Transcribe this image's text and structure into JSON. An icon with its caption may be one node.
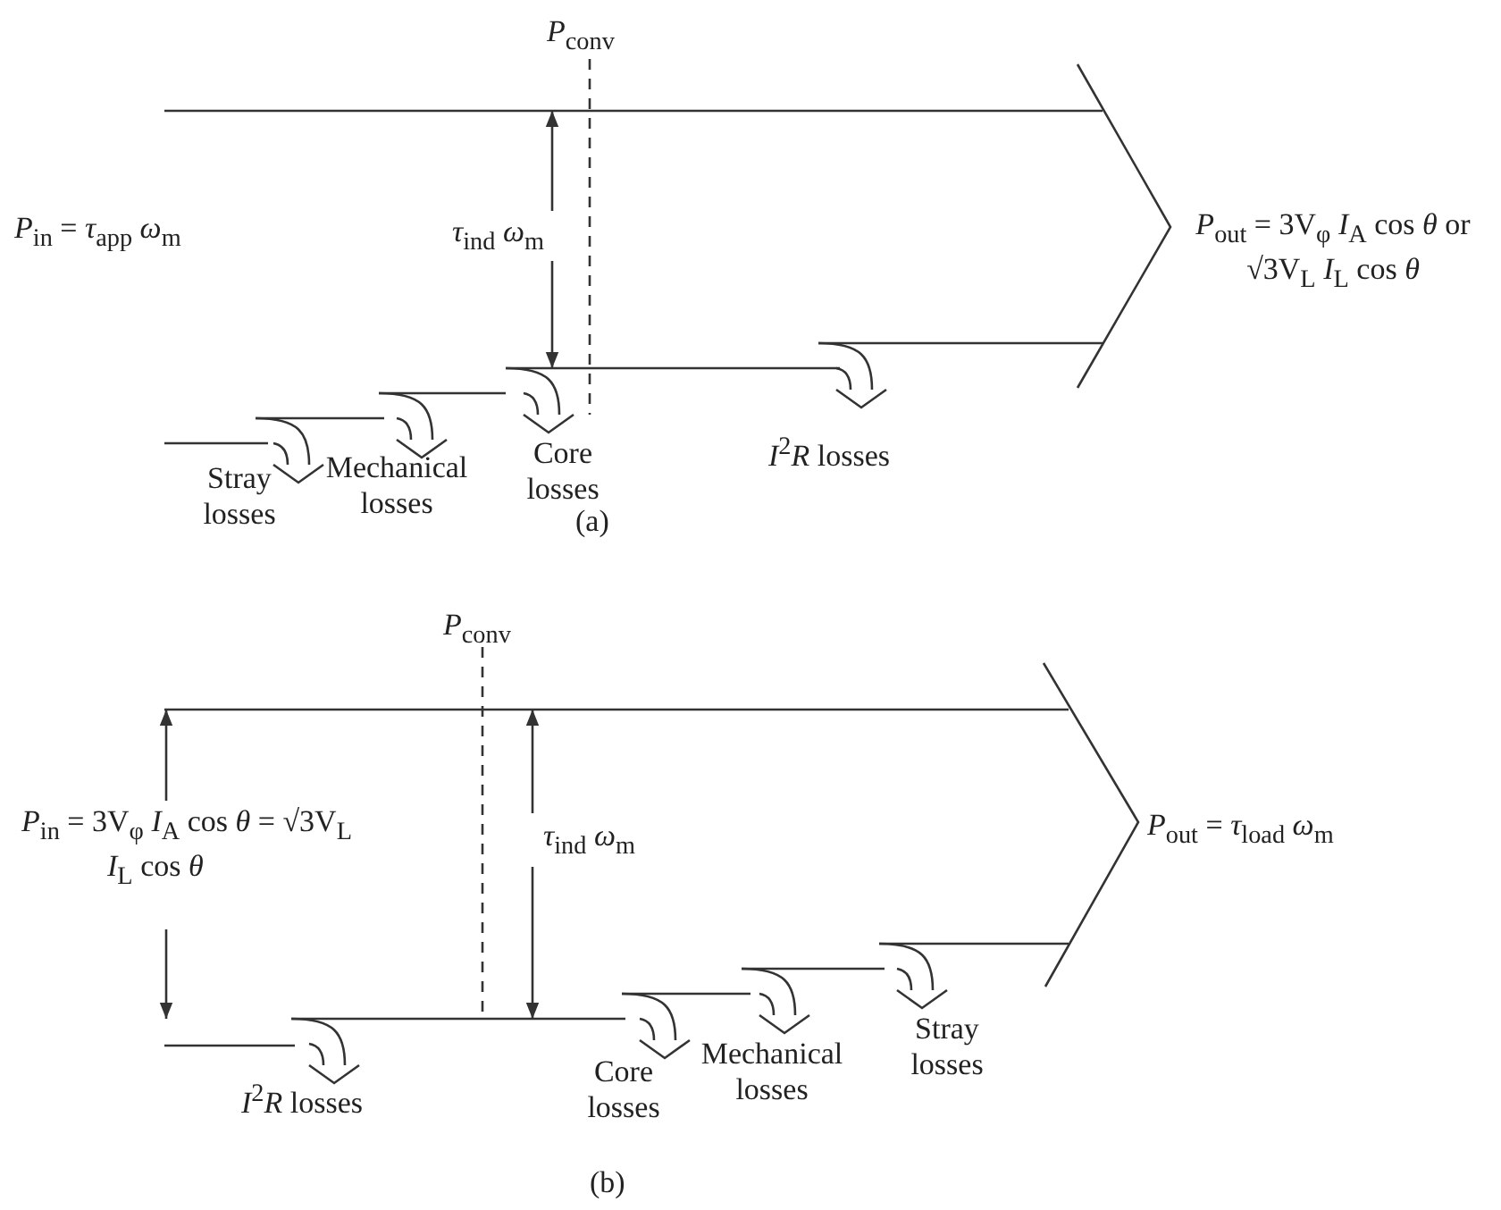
{
  "diagram": {
    "labels": [
      "*P*$_{conv}$",
      "*P*$_{in}$ = *τ*$_{app}$ *ω*$_{m}$",
      "*τ*$_{ind}$ *ω*$_{m}$",
      "*P*$_{out}$ = 3V$_{φ}$ *I*$_{A}$ cos *θ* or √3V$_{L}$ *I*$_{L}$ cos *θ*",
      "*I*$^{2}$*R* losses",
      "Stray losses",
      "Mechanical losses",
      "Core losses",
      "(a)",
      "*P*$_{conv}$",
      "*P*$_{in}$ = 3V$_{φ}$ *I*$_{A}$ cos *θ* = √3V$_{L}$ *I*$_{L}$ cos *θ*",
      "*τ*$_{ind}$ *ω*$_{m}$",
      "*P*$_{out}$ = *τ*$_{load}$ *ω*$_{m}$",
      "*I*$^{2}$*R* losses",
      "Core losses",
      "Mechanical losses",
      "Stray losses",
      "(b)"
    ]
  }
}
